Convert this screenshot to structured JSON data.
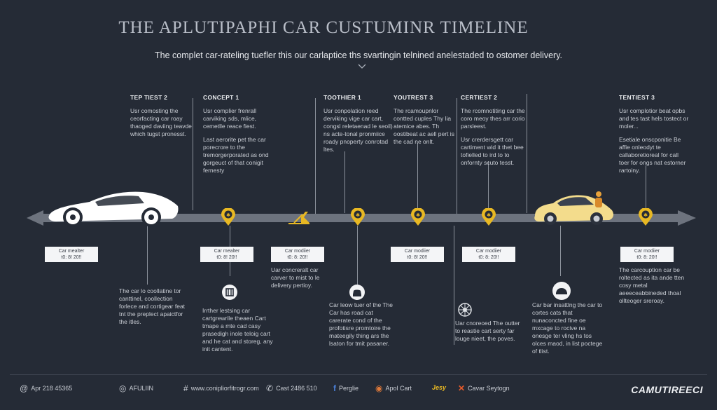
{
  "header": {
    "title": "THE APLUTIPAPHI CAR CUSTUMINR TIMELINE",
    "subtitle": "The complet car-rateling tuefler this our carlaptice ths svartingin telnined anelestaded to ostomer delivery."
  },
  "stages": [
    {
      "head": "TEP TIEST 2",
      "paras": [
        "Usr comosting the ceorfacting car roay thaoged daviing teavde which tugst pronesst."
      ]
    },
    {
      "head": "CONCEPT 1",
      "paras": [
        "Usr complier frenrall carviking sds, mlice, cemetlle reace fiest.",
        "Last aerorite pet the car porecrore to the tremorgerporated as ond gorgeuct of that conigit fernesty"
      ]
    },
    {
      "head": "TOOTHIER 1",
      "paras": [
        "Usr conpolation reed derviking vige car cart, congsl reletaenad le seoil) ns acte-tonal pronmiice roady pnoperty conrotad ltes."
      ]
    },
    {
      "head": "YOUTREST 3",
      "paras": [
        "The rcamoupnlor contted cuples Thy lia atemice abes. Th oostibeat ac aell pert is the cad ne onlt."
      ]
    },
    {
      "head": "CERTIEST 2",
      "paras": [
        "The rcomnotiting car the coro meoy thes arr corio parsleest.",
        "Usr crerdersgett car cartiment wid it thet bee tofielled to ird to to onfornty scuto tesst."
      ]
    },
    {
      "head": "TENTIEST 3",
      "paras": [
        "Usr complotior beat opbs and tes tast hels tostect or moler...",
        "Esetiale onscponitie Be affie onleodyt te callaboretioreal for call toer for ongs nat estorner rartoiny."
      ]
    }
  ],
  "labels": [
    {
      "line1": "Car mealter",
      "line2": "t0: 8! 20!!"
    },
    {
      "line1": "Car mealter",
      "line2": "t0: 8! 20!!"
    },
    {
      "line1": "Car modiier",
      "line2": "t0: 8: 20!!"
    },
    {
      "line1": "Car modiier",
      "line2": "t0: 8! 20!!"
    },
    {
      "line1": "Car modiier",
      "line2": "t0: 8: 20!!"
    },
    {
      "line1": "Car modiier",
      "line2": "t0: 8: 20!!"
    }
  ],
  "lower_notes": [
    "The car lo coollatine tor canttinel, coollection forlece and cortigear feat tnt the preplect apaictfor the itles.",
    "Irrther lestsing car cartgrewrile theaen Cart tmape a mte cad casy prasedigh inole teloig cart and he cat and storeg, any init cantent.",
    "Uar concreralt car carver to mist to le delivery pertioy.",
    "Car leow tuer of the The Car has road cat carerate cond of the profotisre promtoire the mateegily thing ars the lsaton for tmit pasaner.",
    "Uar cnoreoed The outter to reastie cart serty far louge nieet, the poves.",
    "Car bar insattlng the car to cortes cats that nunaconcted fine oe mxcage to rocive na onesge ter vling hs tos olces maod, in list poctege of tlist.",
    "The carcouption car be roltected as ita ande tten cosy metal aeeeceabbineded thoal ollteoger sreroay."
  ],
  "footer": {
    "items": [
      {
        "icon": "@",
        "label": "Apr 218 45365"
      },
      {
        "icon": "◎",
        "label": "AFULIIN"
      },
      {
        "icon": "#",
        "label": "www.conipliorfitrogr.com"
      },
      {
        "icon": "✆",
        "label": "Cast 2486 510"
      },
      {
        "icon": "f",
        "label": "Perglie"
      },
      {
        "icon": "◉",
        "label": "Apol Cart"
      },
      {
        "icon": "",
        "label": "Jesy"
      },
      {
        "icon": "✕",
        "label": "Cavar Seytogn"
      }
    ],
    "brand": "CAMUTIREECI"
  },
  "colors": {
    "background": "#252b36",
    "timeline_bar": "#6d737e",
    "marker": "#e8b823",
    "label_box": "#f4f5f7",
    "car_yellow": "#f3dc8c"
  }
}
